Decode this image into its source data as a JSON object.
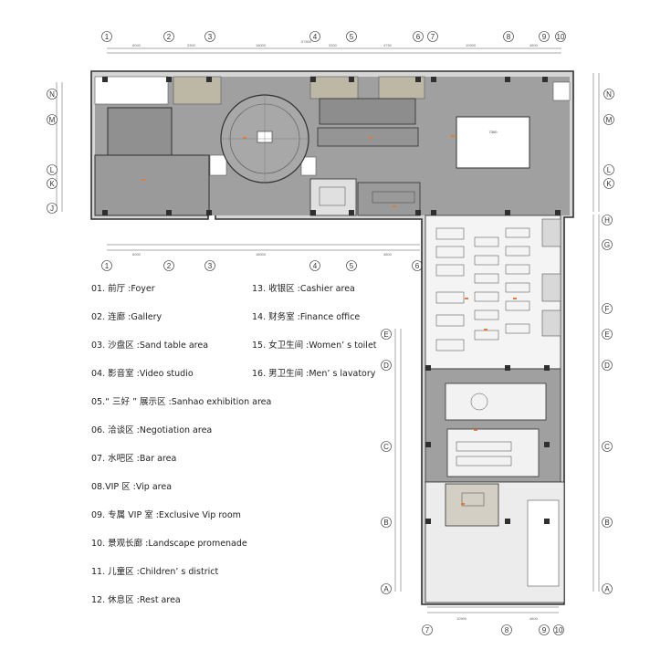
{
  "grid_labels": {
    "top": [
      "1",
      "2",
      "3",
      "4",
      "5",
      "6",
      "7",
      "8",
      "9",
      "10"
    ],
    "bottom_left": [
      "1",
      "2",
      "3",
      "4",
      "5",
      "6"
    ],
    "bottom_right": [
      "7",
      "8",
      "9",
      "10"
    ],
    "left_upper": [
      "N",
      "M",
      "L",
      "K",
      "J"
    ],
    "right_upper": [
      "N",
      "M",
      "L",
      "K"
    ],
    "right_lower": [
      "H",
      "G",
      "F",
      "E",
      "D",
      "C",
      "B",
      "A"
    ],
    "left_lower": [
      "E",
      "D",
      "C",
      "B",
      "A"
    ]
  },
  "center_room_value": "7300",
  "legend": [
    "01. 前厅 :Foyer",
    "02. 连廊 :Gallery",
    "03. 沙盘区 :Sand table area",
    "04. 影音室 :Video studio",
    "05.“ 三好 ” 展示区 :Sanhao exhibition area",
    "06. 洽谈区 :Negotiation area",
    "07. 水吧区 :Bar area",
    "08.VIP 区 :Vip area",
    "09. 专属 VIP 室 :Exclusive Vip room",
    "10. 景观长廊 :Landscape promenade",
    "11. 儿童区 :Children’ s district",
    "12. 休息区 :Rest area",
    "13. 收银区 :Cashier area",
    "14. 财务室 :Finance office",
    "15. 女卫生间 :Women’ s toilet",
    "16. 男卫生间 :Men’ s lavatory"
  ],
  "colors": {
    "floor": "#9b9b9b",
    "wall": "#2f2f2f",
    "exterior": "#cfcfcf",
    "landscape": "#c2bfb8",
    "accent": "#e07b39",
    "paving": "#ececec"
  }
}
